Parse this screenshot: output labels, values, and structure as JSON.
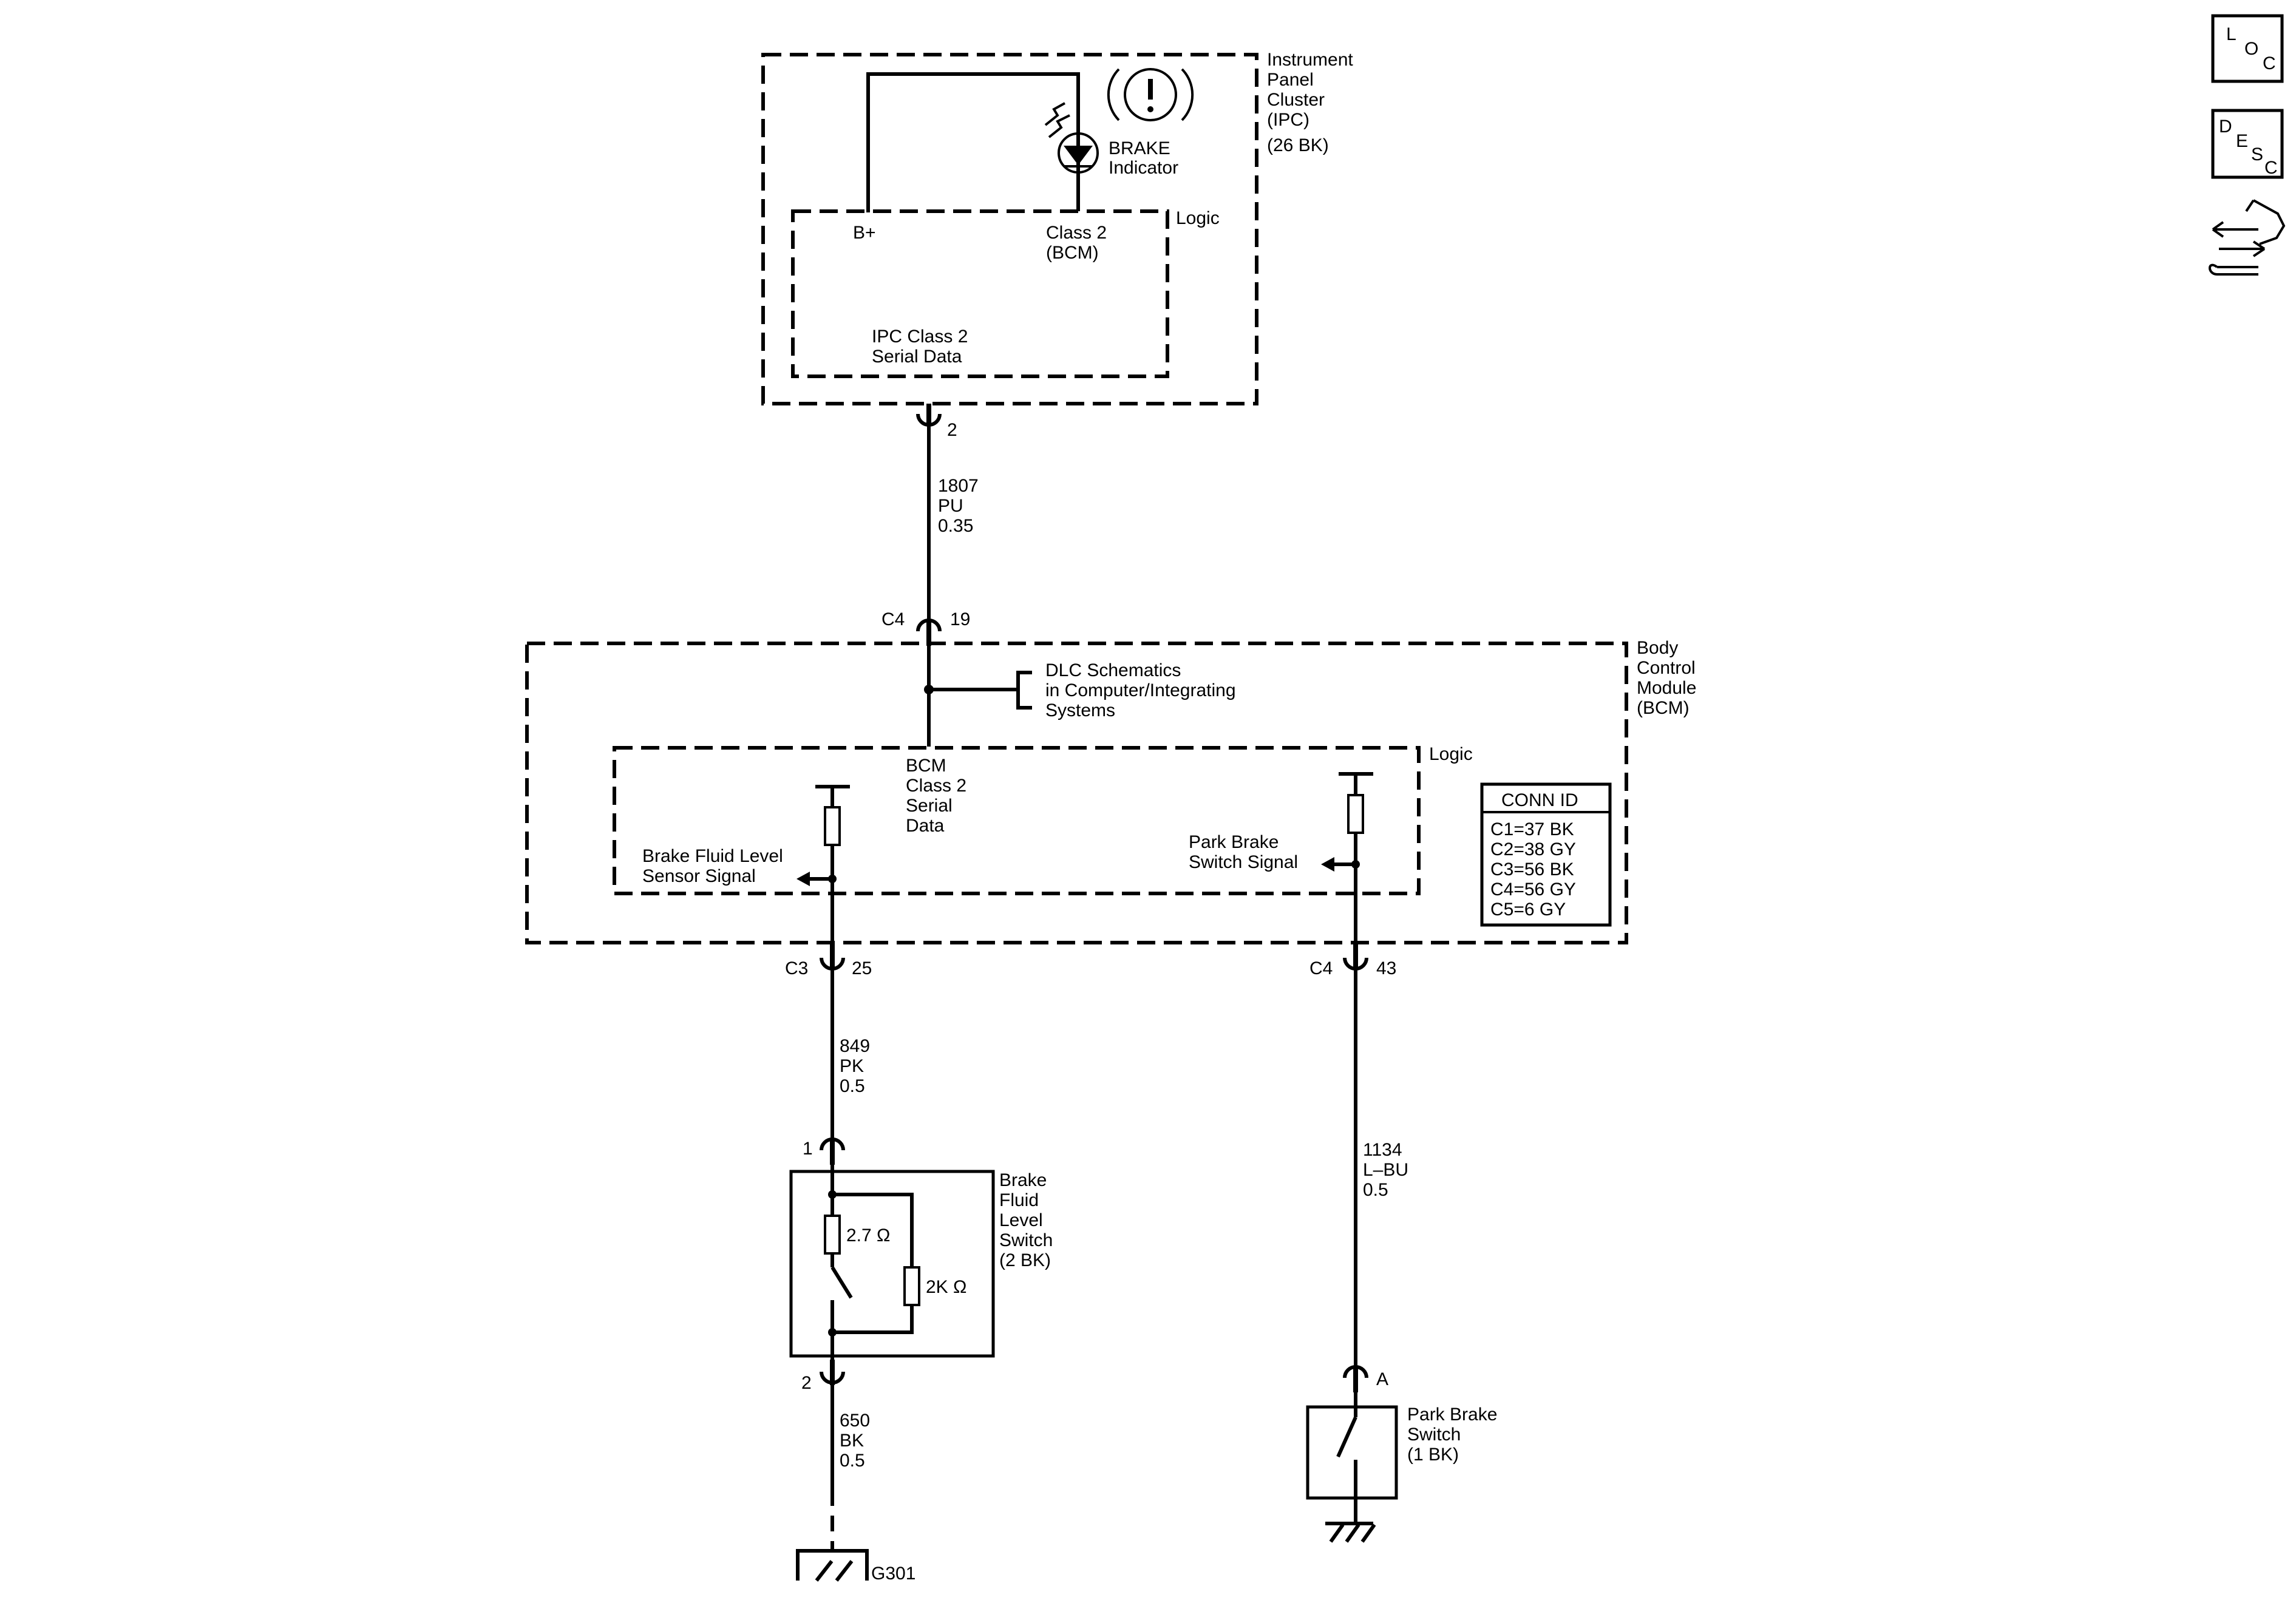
{
  "nav_icons": {
    "loc": {
      "l1": "L",
      "l2": "O",
      "l3": "C"
    },
    "desc": {
      "l1": "D",
      "l2": "E",
      "l3": "S",
      "l4": "C"
    },
    "connector_tool": "connector-repair-icon"
  },
  "ipc": {
    "name_line1": "Instrument",
    "name_line2": "Panel",
    "name_line3": "Cluster",
    "name_line4": "(IPC)",
    "name_line5": "(26 BK)",
    "indicator_line1": "BRAKE",
    "indicator_line2": "Indicator",
    "bplus": "B+",
    "class2_line1": "Class 2",
    "class2_line2": "(BCM)",
    "logic": "Logic",
    "serial_line1": "IPC Class 2",
    "serial_line2": "Serial Data",
    "pin": "2"
  },
  "wire_1807": {
    "circuit": "1807",
    "color": "PU",
    "gauge": "0.35"
  },
  "bcm": {
    "conn_top": "C4",
    "pin_top": "19",
    "name_line1": "Body",
    "name_line2": "Control",
    "name_line3": "Module",
    "name_line4": "(BCM)",
    "dlc_line1": "DLC Schematics",
    "dlc_line2": "in Computer/Integrating",
    "dlc_line3": "Systems",
    "logic": "Logic",
    "serial_line1": "BCM",
    "serial_line2": "Class 2",
    "serial_line3": "Serial",
    "serial_line4": "Data",
    "fluid_sig_line1": "Brake Fluid Level",
    "fluid_sig_line2": "Sensor Signal",
    "park_sig_line1": "Park Brake",
    "park_sig_line2": "Switch Signal",
    "conn_left": "C3",
    "pin_left": "25",
    "conn_right": "C4",
    "pin_right": "43"
  },
  "conn_table": {
    "header": "CONN ID",
    "rows": [
      "C1=37 BK",
      "C2=38 GY",
      "C3=56 BK",
      "C4=56 GY",
      "C5=6 GY"
    ]
  },
  "wire_849": {
    "circuit": "849",
    "color": "PK",
    "gauge": "0.5"
  },
  "wire_1134": {
    "circuit": "1134",
    "color": "L–BU",
    "gauge": "0.5"
  },
  "wire_650": {
    "circuit": "650",
    "color": "BK",
    "gauge": "0.5"
  },
  "fluid_switch": {
    "pin_top": "1",
    "pin_bottom": "2",
    "name_line1": "Brake",
    "name_line2": "Fluid",
    "name_line3": "Level",
    "name_line4": "Switch",
    "name_line5": "(2 BK)",
    "r1": "2.7 Ω",
    "r2": "2K Ω"
  },
  "park_switch": {
    "pin": "A",
    "name_line1": "Park Brake",
    "name_line2": "Switch",
    "name_line3": "(1 BK)"
  },
  "ground": {
    "label": "G301"
  },
  "colors": {
    "ink": "#000000",
    "paper": "#ffffff"
  }
}
